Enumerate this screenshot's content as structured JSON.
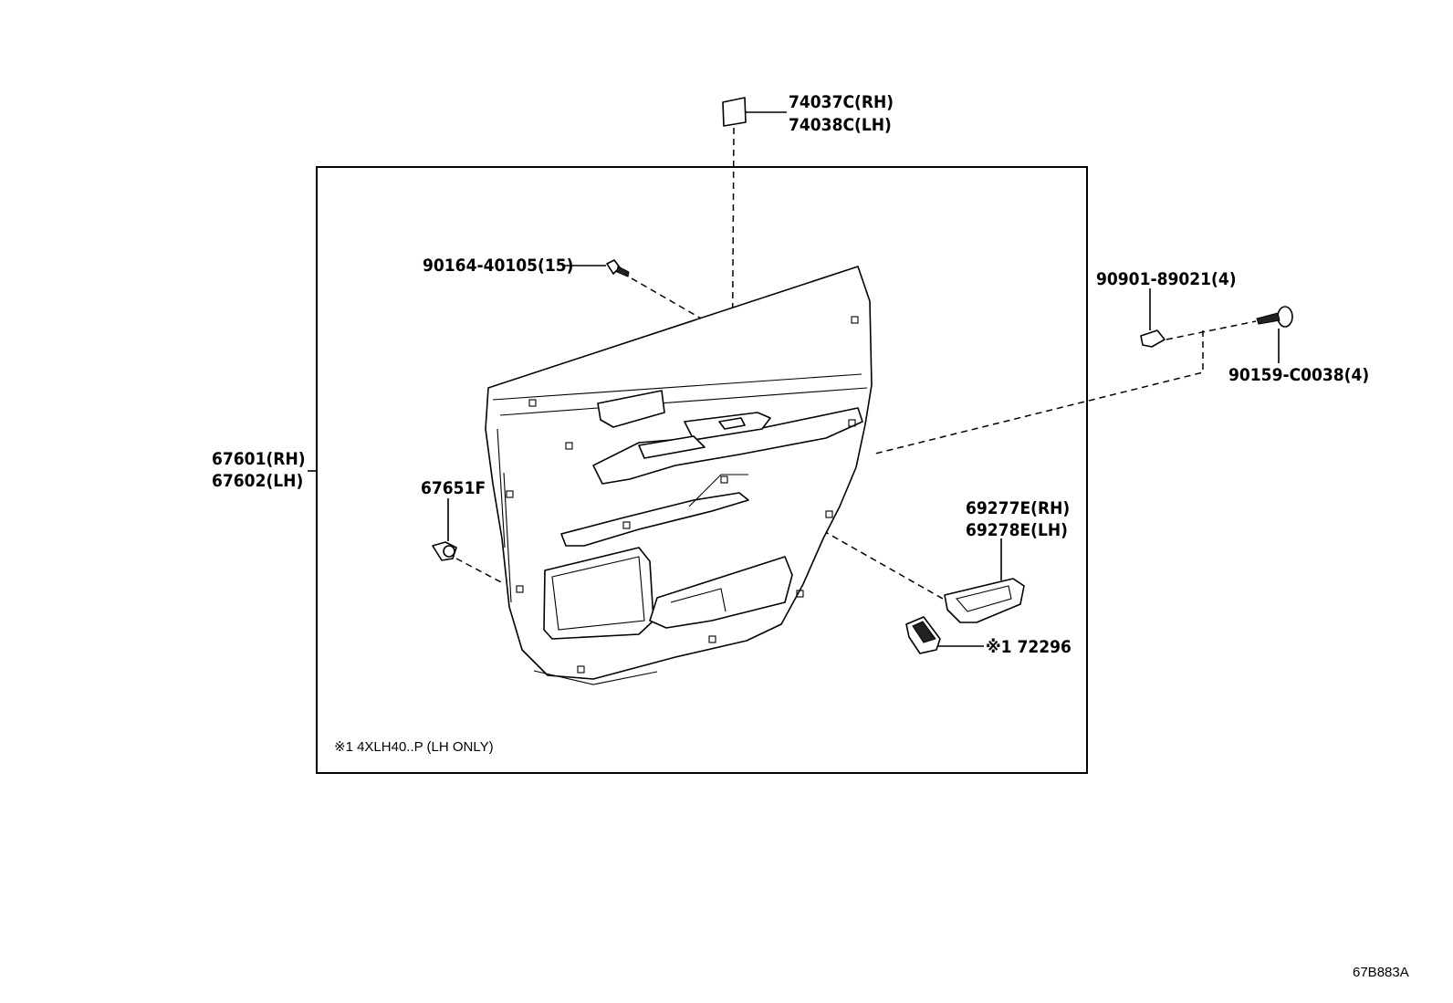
{
  "labels": {
    "cover_rh": "74037C(RH)",
    "cover_lh": "74038C(LH)",
    "screw": "90164-40105(15)",
    "clip_upper": "90901-89021(4)",
    "bolt": "90159-C0038(4)",
    "panel_rh": "67601(RH)",
    "panel_lh": "67602(LH)",
    "retainer": "67651F",
    "switch_base_rh": "69277E(RH)",
    "switch_base_lh": "69278E(LH)",
    "switch": "※1 72296"
  },
  "note": "※1 4XLH40..P (LH ONLY)",
  "diagram_code": "67B883A"
}
